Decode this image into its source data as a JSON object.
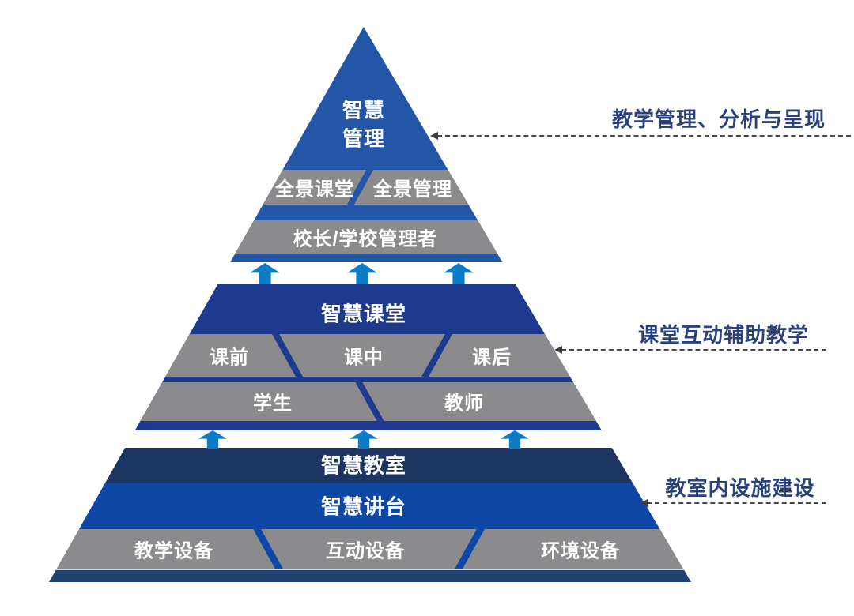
{
  "colors": {
    "tier1_blue": "#2456a8",
    "tier2_blue": "#1e3a8e",
    "tier3_navy": "#1d3563",
    "tier3_bright_blue": "#0e47a6",
    "base_navy": "#20406f",
    "cell_gray": "#8b8b8d",
    "arrow_blue": "#0c7cc7",
    "annotation_text": "#2b4179",
    "label_text": "#ffffff"
  },
  "pyramid": {
    "tier1": {
      "title_line1": "智慧",
      "title_line2": "管理",
      "row1": [
        "全景课堂",
        "全景管理"
      ],
      "row2": [
        "校长/学校管理者"
      ]
    },
    "tier2": {
      "title": "智慧课堂",
      "row1": [
        "课前",
        "课中",
        "课后"
      ],
      "row2": [
        "学生",
        "教师"
      ]
    },
    "tier3": {
      "band1": "智慧教室",
      "band2": "智慧讲台",
      "row1": [
        "教学设备",
        "互动设备",
        "环境设备"
      ]
    }
  },
  "annotations": [
    {
      "label": "教学管理、分析与呈现"
    },
    {
      "label": "课堂互动辅助教学"
    },
    {
      "label": "教室内设施建设"
    }
  ]
}
